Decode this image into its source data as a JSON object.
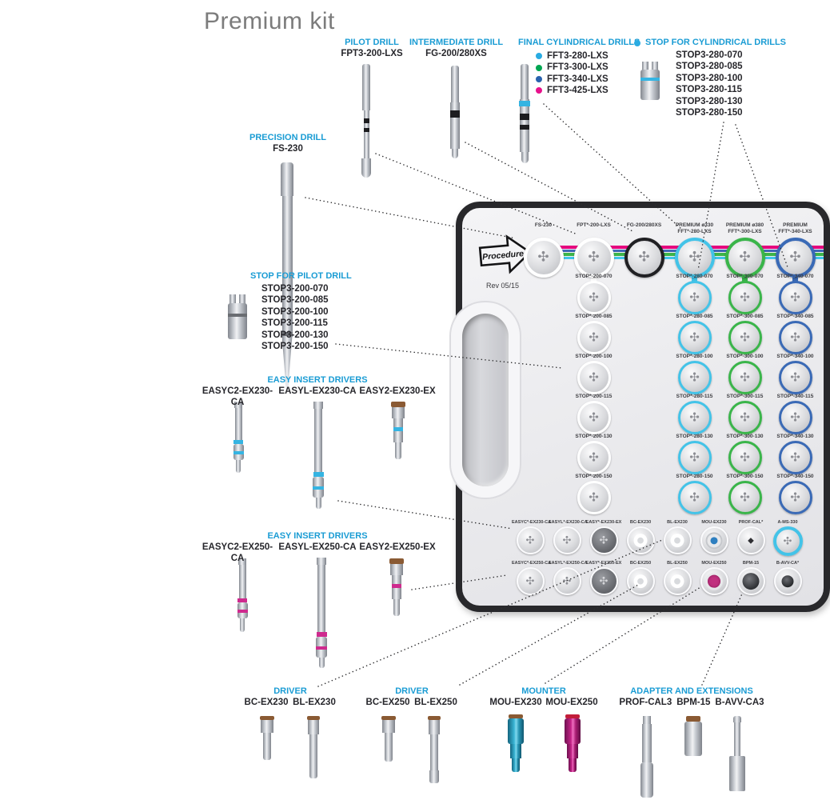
{
  "title": "Premium kit",
  "colors": {
    "header_blue": "#1a9cd4",
    "part_text": "#26262b",
    "title_gray": "#7c7c7c",
    "stripe_magenta": "#e5007e",
    "stripe_blue": "#4068b8",
    "stripe_green": "#3cb54a",
    "stripe_cyan": "#40c4ea",
    "ring_cyan": "#43c3e8",
    "ring_green": "#3ab54a",
    "ring_blue": "#3a6ab6",
    "mounter_teal": "#39b4d4",
    "mounter_magenta": "#c42387"
  },
  "sections": {
    "pilot_drill": {
      "header": "PILOT DRILL",
      "part": "FPT3-200-LXS"
    },
    "intermediate_drill": {
      "header": "INTERMEDIATE DRILL",
      "part": "FG-200/280XS"
    },
    "final_cylindrical": {
      "header": "FINAL CYLINDRICAL DRILLS",
      "items": [
        {
          "part": "FFT3-280-LXS",
          "color": "#29abe2"
        },
        {
          "part": "FFT3-300-LXS",
          "color": "#00a651"
        },
        {
          "part": "FFT3-340-LXS",
          "color": "#2862ae"
        },
        {
          "part": "FFT3-425-LXS",
          "color": "#e8118c"
        }
      ]
    },
    "stop_cylindrical": {
      "header": "STOP FOR CYLINDRICAL DRILLS",
      "bullet_color": "#29abe2",
      "items": [
        "STOP3-280-070",
        "STOP3-280-085",
        "STOP3-280-100",
        "STOP3-280-115",
        "STOP3-280-130",
        "STOP3-280-150"
      ]
    },
    "precision_drill": {
      "header": "PRECISION DRILL",
      "part": "FS-230"
    },
    "stop_pilot": {
      "header": "STOP FOR PILOT DRILL",
      "items": [
        "STOP3-200-070",
        "STOP3-200-085",
        "STOP3-200-100",
        "STOP3-200-115",
        "STOP3-200-130",
        "STOP3-200-150"
      ]
    },
    "easy_230": {
      "header": "EASY INSERT DRIVERS",
      "parts": [
        "EASYC2-EX230-CA",
        "EASYL-EX230-CA",
        "EASY2-EX230-EX"
      ]
    },
    "easy_250": {
      "header": "EASY INSERT DRIVERS",
      "parts": [
        "EASYC2-EX250-CA",
        "EASYL-EX250-CA",
        "EASY2-EX250-EX"
      ]
    },
    "driver_230": {
      "header": "DRIVER",
      "parts": [
        "BC-EX230",
        "BL-EX230"
      ]
    },
    "driver_250": {
      "header": "DRIVER",
      "parts": [
        "BC-EX250",
        "BL-EX250"
      ]
    },
    "mounter": {
      "header": "MOUNTER",
      "parts": [
        "MOU-EX230",
        "MOU-EX250"
      ]
    },
    "adapter": {
      "header": "ADAPTER AND EXTENSIONS",
      "parts": [
        "PROF-CAL3",
        "BPM-15",
        "B-AVV-CA3"
      ]
    }
  },
  "tray": {
    "procedure_label": "Procedure",
    "rev": "Rev 05/15",
    "top_row": [
      {
        "label": "FS-230",
        "ring": "white"
      },
      {
        "label": "FPT*-200-LXS",
        "ring": "white"
      },
      {
        "label": "FG-200/280XS",
        "ring": "black"
      },
      {
        "label": "PREMIUM ø330\nFFT*-280-LXS",
        "ring": "cyan"
      },
      {
        "label": "PREMIUM ø380\nFFT*-300-LXS",
        "ring": "green"
      },
      {
        "label": "PREMIUM\nFFT*-340-LXS",
        "ring": "blue"
      }
    ],
    "stop_columns": [
      {
        "ring": "white",
        "items": [
          "STOP*-200-070",
          "STOP*-200-085",
          "STOP*-200-100",
          "STOP*-200-115",
          "STOP*-200-130",
          "STOP*-200-150"
        ]
      },
      {
        "ring": "cyan",
        "items": [
          "STOP*-280-070",
          "STOP*-280-085",
          "STOP*-280-100",
          "STOP*-280-115",
          "STOP*-280-130",
          "STOP*-280-150"
        ]
      },
      {
        "ring": "green",
        "items": [
          "STOP*-300-070",
          "STOP*-300-085",
          "STOP*-300-100",
          "STOP*-300-115",
          "STOP*-300-130",
          "STOP*-300-150"
        ]
      },
      {
        "ring": "blue",
        "items": [
          "STOP*-340-070",
          "STOP*-340-085",
          "STOP*-340-100",
          "STOP*-340-115",
          "STOP*-340-130",
          "STOP*-340-150"
        ]
      }
    ],
    "accessory_rows": [
      {
        "items": [
          {
            "label": "EASYC*-EX230-CA",
            "kind": "clover"
          },
          {
            "label": "EASYL*-EX230-CA",
            "kind": "clover"
          },
          {
            "label": "EASY*-EX230-EX",
            "kind": "dark"
          },
          {
            "label": "BC-EX230",
            "kind": "donut"
          },
          {
            "label": "BL-EX230",
            "kind": "donut"
          },
          {
            "label": "MOU-EX230",
            "kind": "dotblue"
          },
          {
            "label": "PROF-CAL*",
            "kind": "diamond"
          },
          {
            "label": "A-MS-330",
            "kind": "ringcyan"
          }
        ]
      },
      {
        "items": [
          {
            "label": "EASYC*-EX250-CA",
            "kind": "clover"
          },
          {
            "label": "EASYL*-EX250-CA",
            "kind": "clover"
          },
          {
            "label": "EASY*-EX250-EX",
            "kind": "dark"
          },
          {
            "label": "BC-EX250",
            "kind": "donut"
          },
          {
            "label": "BL-EX250",
            "kind": "donut"
          },
          {
            "label": "MOU-EX250",
            "kind": "dotmagenta"
          },
          {
            "label": "BPM-15",
            "kind": "bigdark"
          },
          {
            "label": "B-AVV-CA*",
            "kind": "dark2"
          }
        ]
      }
    ]
  }
}
